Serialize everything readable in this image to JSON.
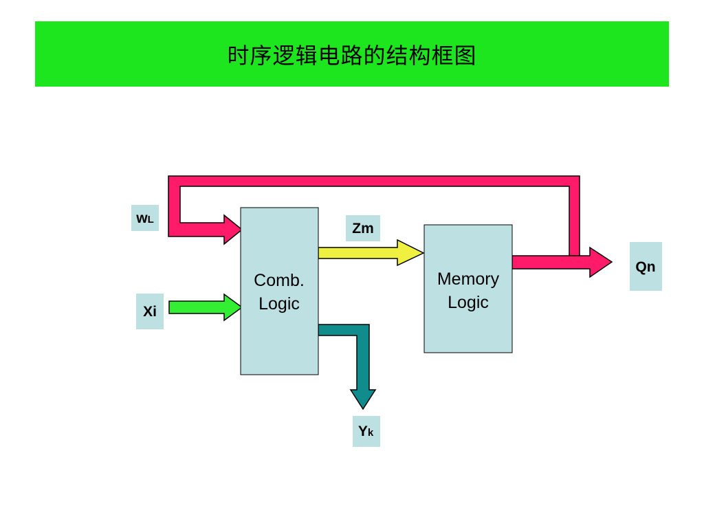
{
  "title": "时序逻辑电路的结构框图",
  "blocks": {
    "comb": {
      "line1": "Comb.",
      "line2": "Logic"
    },
    "memory": {
      "line1": "Memory",
      "line2": "Logic"
    }
  },
  "signals": {
    "wl": {
      "main": "w",
      "sub": "L"
    },
    "xi": {
      "main": "Xi"
    },
    "zm": {
      "main": "Zm"
    },
    "qn": {
      "main": "Qn"
    },
    "yk": {
      "main": "Y",
      "sub": "k"
    }
  },
  "colors": {
    "title_bar": "#1ee61e",
    "block_fill": "#bde0e3",
    "feedback_arrow": "#ff1a6a",
    "input_arrow": "#33ee33",
    "zm_arrow": "#f0f040",
    "yk_arrow": "#108c8c"
  }
}
